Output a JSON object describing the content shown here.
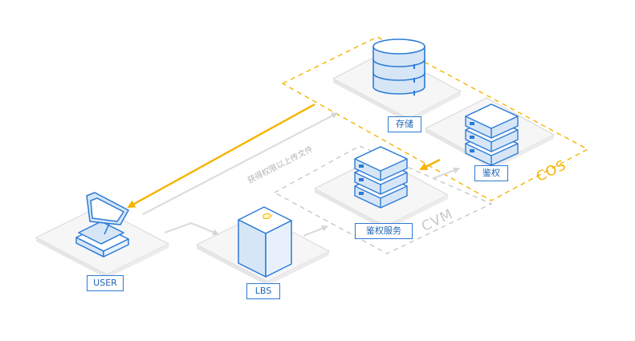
{
  "nodes": {
    "user": "USER",
    "lbs": "LBS",
    "auth_service": "鉴权服务",
    "storage": "存储",
    "auth": "鉴权"
  },
  "zones": {
    "cvm": "CVM",
    "cos": "COS"
  },
  "flows": {
    "upload_after_auth": "获得权限以上传文件"
  },
  "colors": {
    "accent_blue": "#2b7bd6",
    "cos_orange": "#f5b400",
    "arrow_orange": "#f5b400",
    "cvm_gray": "#c8c8c8",
    "flow_gray": "#dcdcdc",
    "platform_fill": "#f6f6f6",
    "platform_stroke": "#d8d8d8"
  },
  "icons": {
    "user": "computer-terminal-icon",
    "lbs": "load-balancer-box-icon",
    "auth_service": "server-stack-icon",
    "storage": "database-cylinder-icon",
    "auth": "server-stack-icon"
  }
}
